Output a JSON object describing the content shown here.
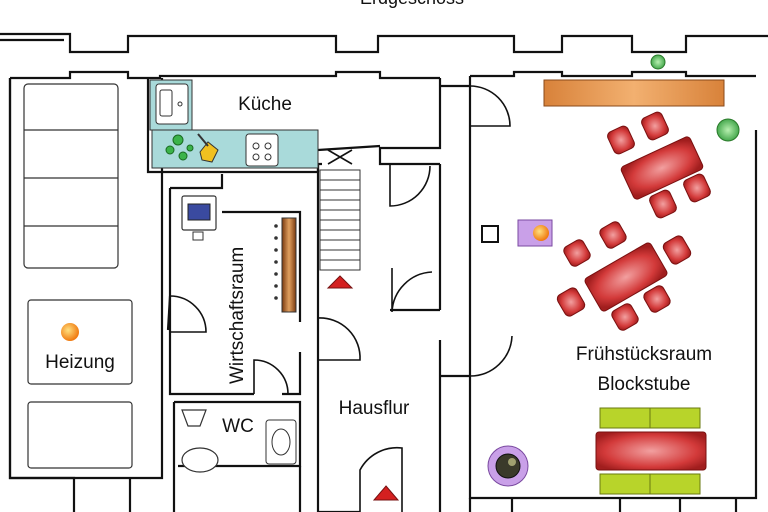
{
  "floor_title": "Erdgeschoss",
  "rooms": {
    "kitchen": "Küche",
    "utility": "Wirtschaftsraum",
    "heating": "Heizung",
    "wc": "WC",
    "hallway": "Hausflur",
    "breakfast_line1": "Frühstücksraum",
    "breakfast_line2": "Blockstube"
  },
  "colors": {
    "wall": "#111111",
    "kitchen_counter": "#a9dada",
    "sideboard": "#e08a3a",
    "table_red": "#d33a3a",
    "bench_green": "#b8d42a",
    "stove_purple": "#b77fd8",
    "heater_orange": "#f08a1c",
    "plant_green": "#3bb34a",
    "stairs_arrow": "#d42020"
  }
}
